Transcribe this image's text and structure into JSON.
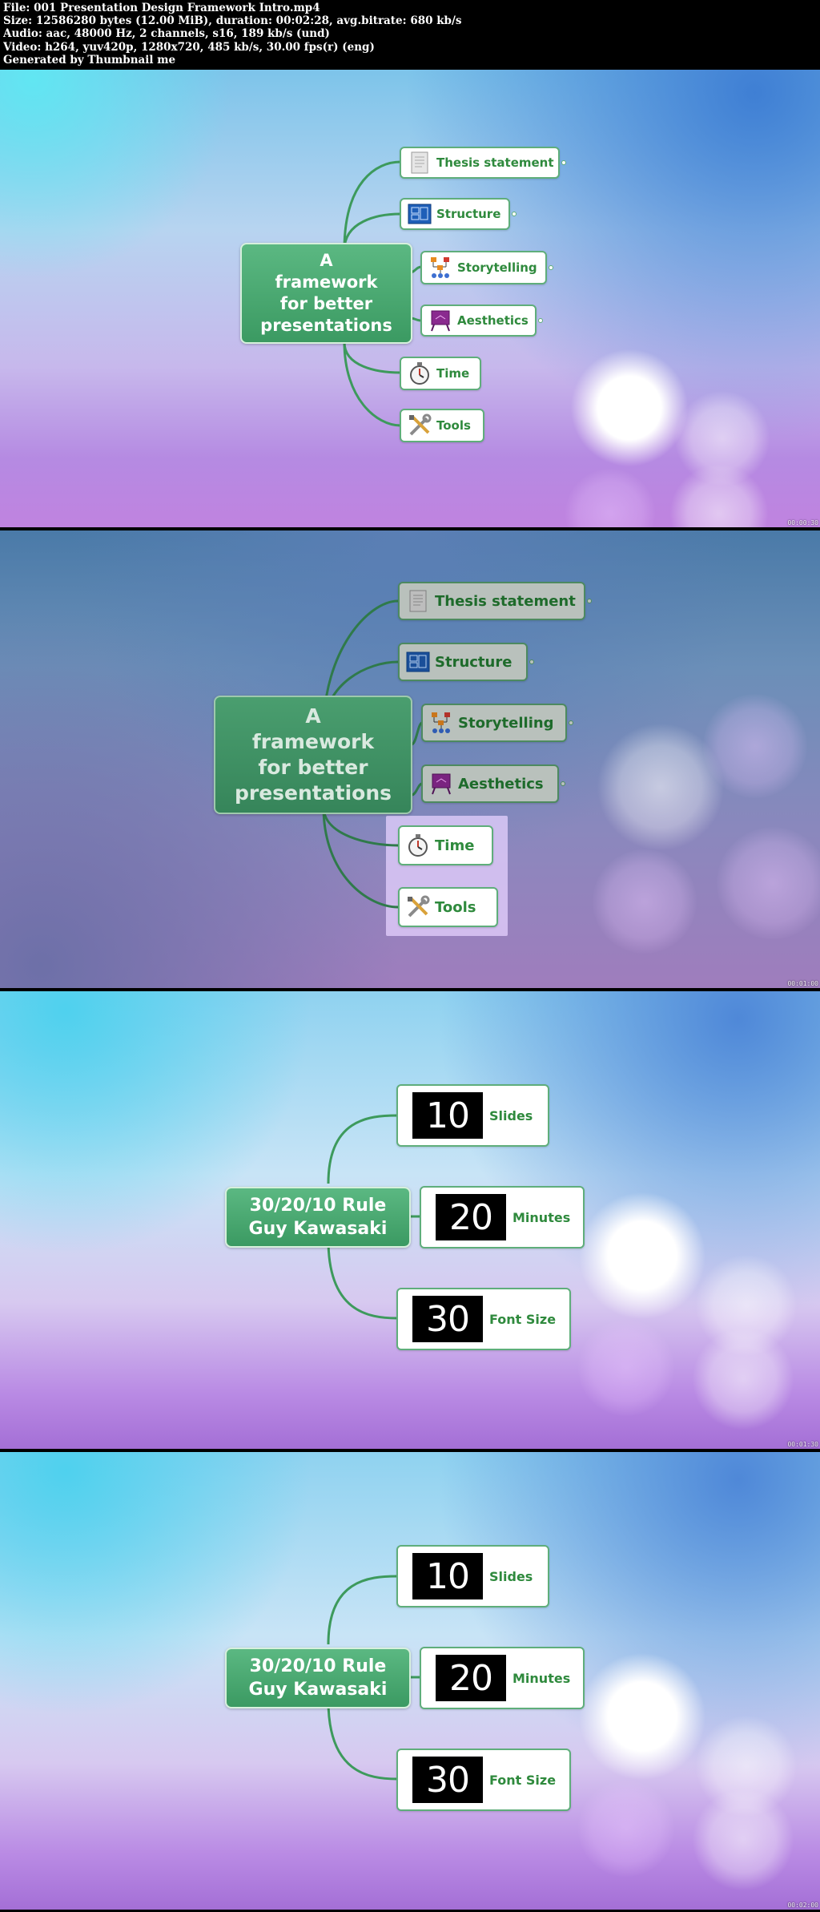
{
  "header": {
    "lines": [
      "File: 001 Presentation Design Framework Intro.mp4",
      "Size: 12586280 bytes (12.00 MiB), duration: 00:02:28, avg.bitrate: 680 kb/s",
      "Audio: aac, 48000 Hz, 2 channels, s16, 189 kb/s (und)",
      "Video: h264, yuv420p, 1280x720, 485 kb/s, 30.00 fps(r) (eng)",
      "Generated by Thumbnail me"
    ]
  },
  "frames": [
    {
      "timestamp": "00:00:30",
      "central": "A\nframework\nfor better\npresentations",
      "topics": [
        {
          "label": "Thesis statement",
          "icon": "document-icon"
        },
        {
          "label": "Structure",
          "icon": "blueprint-icon"
        },
        {
          "label": "Storytelling",
          "icon": "flowchart-icon"
        },
        {
          "label": "Aesthetics",
          "icon": "easel-icon"
        },
        {
          "label": "Time",
          "icon": "stopwatch-icon"
        },
        {
          "label": "Tools",
          "icon": "tools-icon"
        }
      ]
    },
    {
      "timestamp": "00:01:00",
      "central": "A\nframework\nfor better\npresentations",
      "topics": [
        {
          "label": "Thesis statement",
          "icon": "document-icon"
        },
        {
          "label": "Structure",
          "icon": "blueprint-icon"
        },
        {
          "label": "Storytelling",
          "icon": "flowchart-icon"
        },
        {
          "label": "Aesthetics",
          "icon": "easel-icon"
        },
        {
          "label": "Time",
          "icon": "stopwatch-icon"
        },
        {
          "label": "Tools",
          "icon": "tools-icon"
        }
      ]
    },
    {
      "timestamp": "00:01:30",
      "central": "30/20/10 Rule\nGuy Kawasaki",
      "items": [
        {
          "number": "10",
          "label": "Slides"
        },
        {
          "number": "20",
          "label": "Minutes"
        },
        {
          "number": "30",
          "label": "Font Size"
        }
      ]
    },
    {
      "timestamp": "00:02:00",
      "central": "30/20/10 Rule\nGuy Kawasaki",
      "items": [
        {
          "number": "10",
          "label": "Slides"
        },
        {
          "number": "20",
          "label": "Minutes"
        },
        {
          "number": "30",
          "label": "Font Size"
        }
      ]
    }
  ],
  "colors": {
    "node_green": "#3b9a62",
    "label_green": "#2f8a3d",
    "connector": "#3d9a5c"
  }
}
